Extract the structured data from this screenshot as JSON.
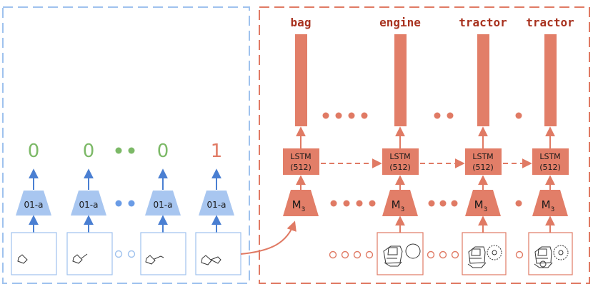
{
  "colors": {
    "blue": "#9fc2ee",
    "blue_fill": "#a8c6f0",
    "blue_arrow": "#4a7fd2",
    "blue_dot": "#6a9ce6",
    "green": "#7cb967",
    "red": "#e07a64",
    "red_fill": "#e27e68",
    "dark_red": "#a8321f"
  },
  "left_panel": {
    "outputs": [
      "0",
      "0",
      "0",
      "1"
    ],
    "classifier_label": "01-a"
  },
  "right_panel": {
    "words": [
      "bag",
      "engine",
      "tractor",
      "tractor"
    ],
    "lstm": {
      "line1": "LSTM",
      "line2": "(512)"
    },
    "model": {
      "base": "M",
      "sub": "3"
    }
  }
}
